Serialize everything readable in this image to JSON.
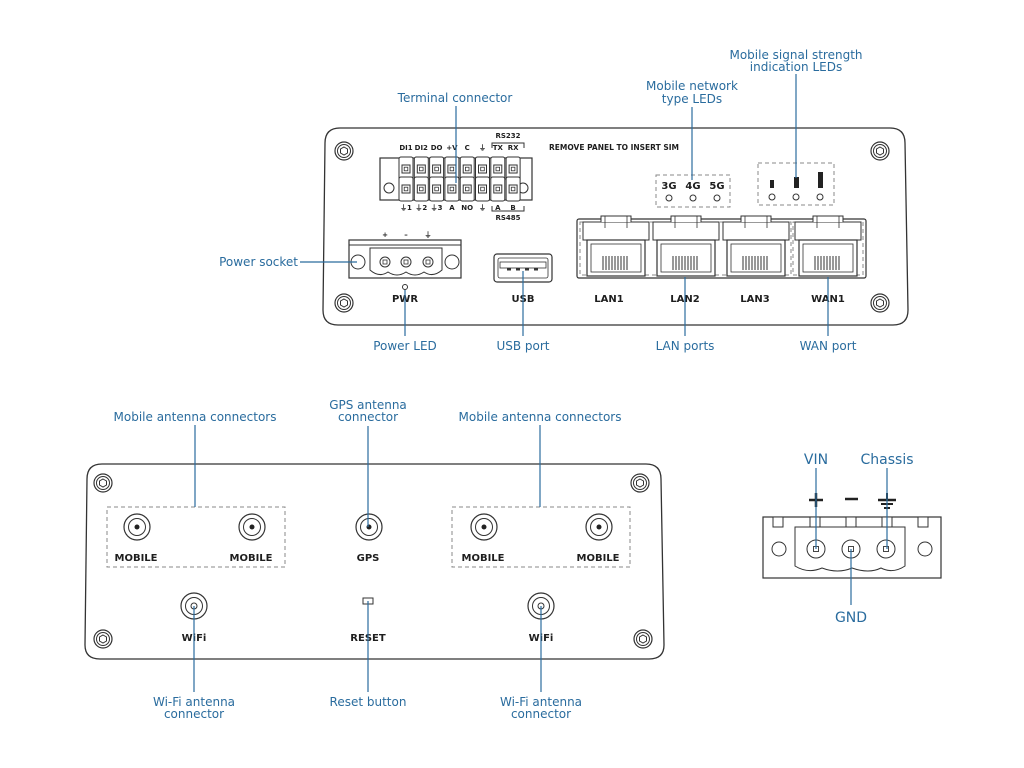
{
  "front_panel": {
    "callouts": {
      "terminal_connector": "Terminal connector",
      "mobile_network_type_leds": [
        "Mobile network",
        "type LEDs"
      ],
      "mobile_signal_strength_leds": [
        "Mobile signal strength",
        "indication LEDs"
      ],
      "power_socket": "Power socket",
      "power_led": "Power LED",
      "usb_port": "USB port",
      "lan_ports": "LAN ports",
      "wan_port": "WAN port"
    },
    "sim_notice": "REMOVE PANEL TO INSERT SIM",
    "terminal": {
      "rs232_label": "RS232",
      "rs485_label": "RS485",
      "top_pins": [
        "DI1",
        "DI2",
        "DO",
        "+V",
        "C",
        "⏚",
        "TX",
        "RX"
      ],
      "bottom_pins": [
        "⏚1",
        "⏚2",
        "⏚3",
        "A",
        "NO",
        "⏚",
        "A",
        "B"
      ]
    },
    "network_leds": [
      "3G",
      "4G",
      "5G"
    ],
    "signal_leds_count": 3,
    "power_socket_pins": [
      "+",
      "–",
      "⏚"
    ],
    "labels": {
      "pwr": "PWR",
      "usb": "USB"
    },
    "ethernet_ports": [
      "LAN1",
      "LAN2",
      "LAN3",
      "WAN1"
    ]
  },
  "back_panel": {
    "callouts": {
      "mobile_antennas_left": "Mobile antenna connectors",
      "gps_antenna": [
        "GPS antenna",
        "connector"
      ],
      "mobile_antennas_right": "Mobile antenna connectors",
      "wifi_left": [
        "Wi-Fi antenna",
        "connector"
      ],
      "reset_button": "Reset button",
      "wifi_right": [
        "Wi-Fi antenna",
        "connector"
      ]
    },
    "connectors": {
      "mobile1": "MOBILE",
      "mobile2": "MOBILE",
      "gps": "GPS",
      "mobile3": "MOBILE",
      "mobile4": "MOBILE",
      "wifi1": "WiFi",
      "reset": "RESET",
      "wifi2": "WiFi"
    }
  },
  "power_connector_detail": {
    "vin": "VIN",
    "chassis": "Chassis",
    "gnd": "GND",
    "symbols": [
      "+",
      "–",
      "⏚"
    ]
  },
  "colors": {
    "callout": "#2a6c9e",
    "device_stroke": "#333333"
  }
}
